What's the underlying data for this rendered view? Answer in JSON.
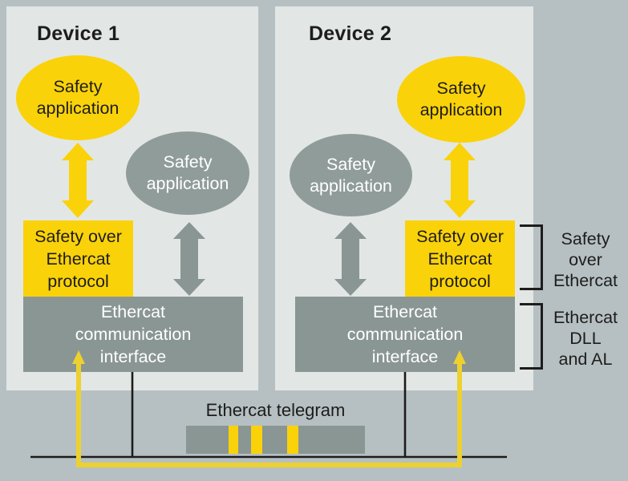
{
  "colors": {
    "background": "#b6c0c3",
    "panel": "#e2e7e5",
    "yellow": "#fad20a",
    "gray_shape": "#909c9a",
    "gray_box": "#8a9694",
    "yellow_line": "#edd12f",
    "line_black": "#1d1d1b",
    "text_dark": "#1d1d1b",
    "text_light": "#ffffff"
  },
  "device1": {
    "title": "Device 1",
    "yellow_ellipse": [
      "Safety",
      "application"
    ],
    "gray_ellipse": [
      "Safety",
      "application"
    ],
    "protocol_box": [
      "Safety over",
      "Ethercat",
      "protocol"
    ],
    "comm_box": [
      "Ethercat",
      "communication",
      "interface"
    ]
  },
  "device2": {
    "title": "Device 2",
    "yellow_ellipse": [
      "Safety",
      "application"
    ],
    "gray_ellipse": [
      "Safety",
      "application"
    ],
    "protocol_box": [
      "Safety over",
      "Ethercat",
      "protocol"
    ],
    "comm_box": [
      "Ethercat",
      "communication",
      "interface"
    ]
  },
  "side_labels": {
    "safety_over_ethercat": [
      "Safety",
      "over",
      "Ethercat"
    ],
    "ethercat_dll": [
      "Ethercat",
      "DLL",
      "and AL"
    ]
  },
  "telegram": {
    "label": "Ethercat telegram"
  }
}
